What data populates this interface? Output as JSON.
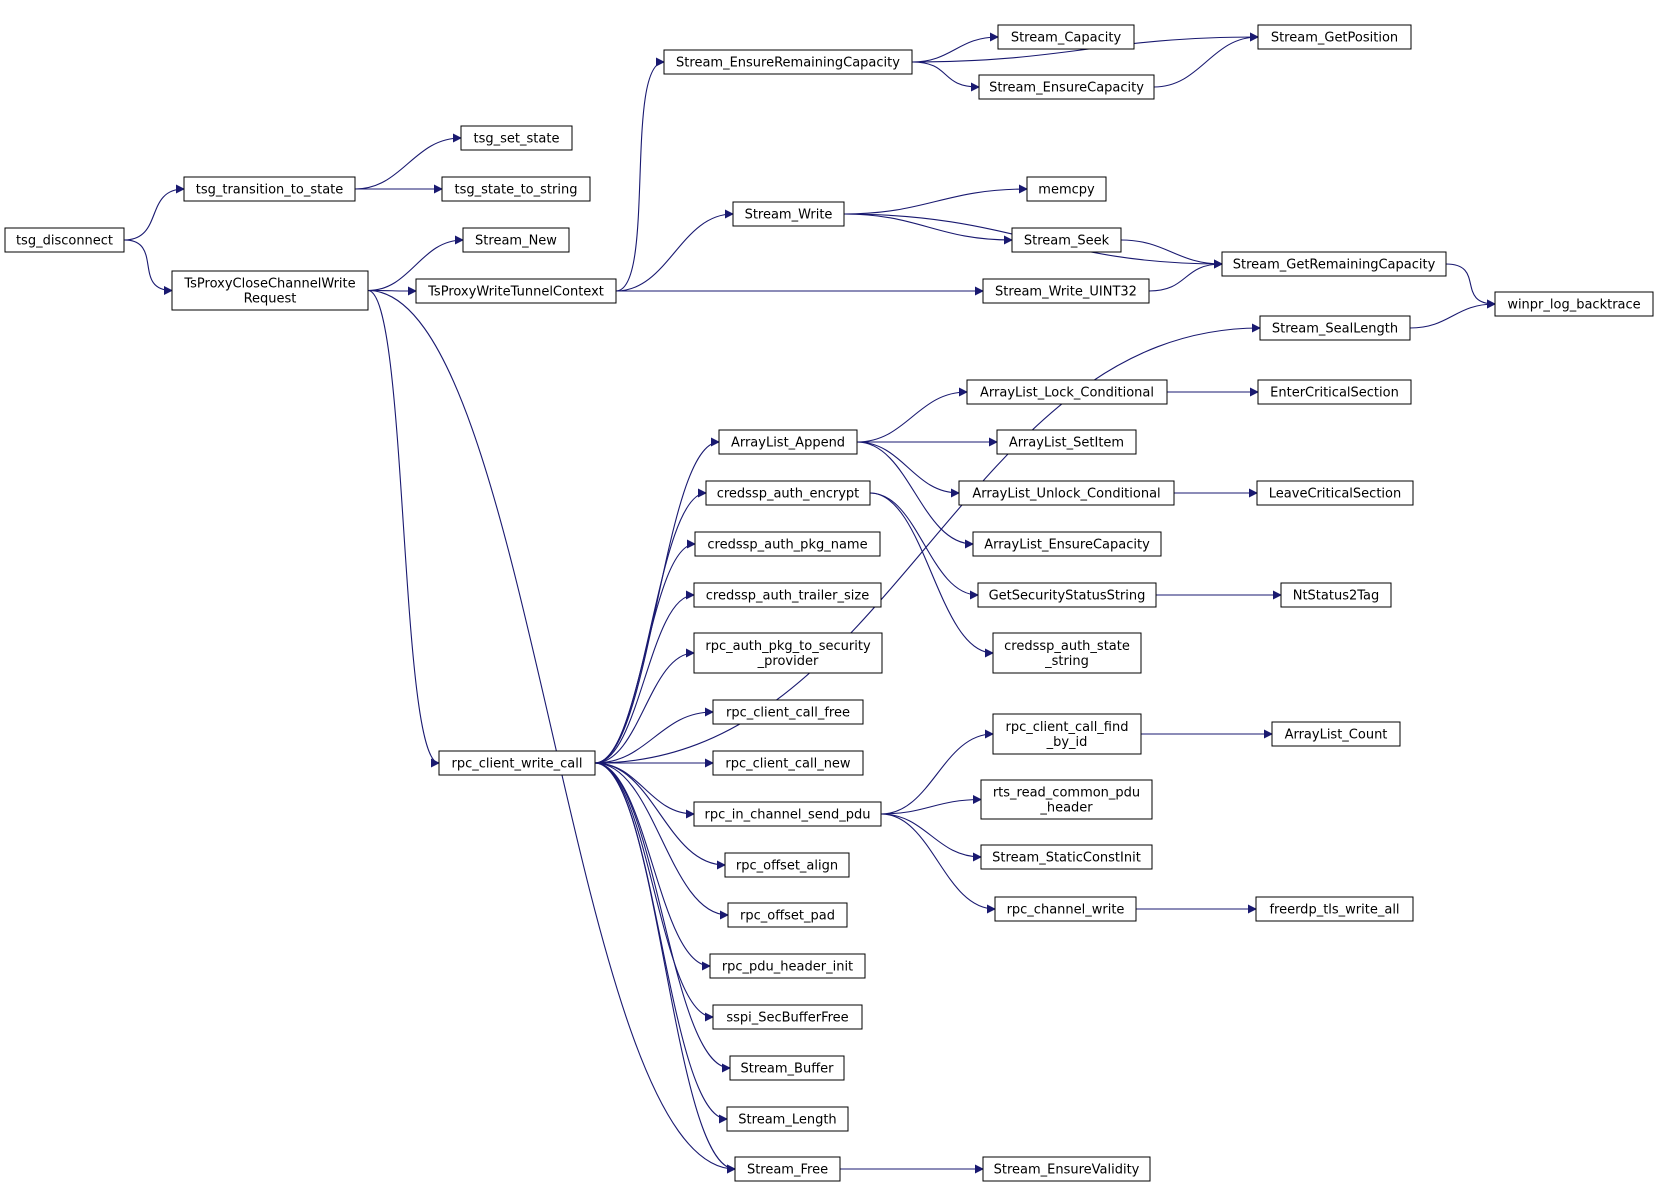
{
  "graph": {
    "root": "tsg_disconnect",
    "colors": {
      "edge": "#191970",
      "root_fill": "#bfbfbf",
      "normal_border": "#000000",
      "truncated_border": "#ff0000"
    },
    "nodes": [
      {
        "id": "tsg_disconnect",
        "lines": [
          "tsg_disconnect"
        ],
        "style": "root"
      },
      {
        "id": "tsg_transition_to_state",
        "lines": [
          "tsg_transition_to_state"
        ],
        "style": "normal"
      },
      {
        "id": "tsg_set_state",
        "lines": [
          "tsg_set_state"
        ],
        "style": "normal"
      },
      {
        "id": "tsg_state_to_string",
        "lines": [
          "tsg_state_to_string"
        ],
        "style": "normal"
      },
      {
        "id": "TsProxyCloseChannelWriteRequest",
        "lines": [
          "TsProxyCloseChannelWrite",
          "Request"
        ],
        "style": "normal"
      },
      {
        "id": "Stream_New",
        "lines": [
          "Stream_New"
        ],
        "style": "normal"
      },
      {
        "id": "TsProxyWriteTunnelContext",
        "lines": [
          "TsProxyWriteTunnelContext"
        ],
        "style": "normal"
      },
      {
        "id": "rpc_client_write_call",
        "lines": [
          "rpc_client_write_call"
        ],
        "style": "normal"
      },
      {
        "id": "Stream_EnsureRemainingCapacity",
        "lines": [
          "Stream_EnsureRemainingCapacity"
        ],
        "style": "normal"
      },
      {
        "id": "Stream_Capacity",
        "lines": [
          "Stream_Capacity"
        ],
        "style": "normal"
      },
      {
        "id": "Stream_EnsureCapacity",
        "lines": [
          "Stream_EnsureCapacity"
        ],
        "style": "truncated"
      },
      {
        "id": "Stream_GetPosition",
        "lines": [
          "Stream_GetPosition"
        ],
        "style": "normal"
      },
      {
        "id": "Stream_Write",
        "lines": [
          "Stream_Write"
        ],
        "style": "normal"
      },
      {
        "id": "memcpy",
        "lines": [
          "memcpy"
        ],
        "style": "normal"
      },
      {
        "id": "Stream_Seek",
        "lines": [
          "Stream_Seek"
        ],
        "style": "normal"
      },
      {
        "id": "Stream_GetRemainingCapacity",
        "lines": [
          "Stream_GetRemainingCapacity"
        ],
        "style": "normal"
      },
      {
        "id": "Stream_Write_UINT32",
        "lines": [
          "Stream_Write_UINT32"
        ],
        "style": "normal"
      },
      {
        "id": "winpr_log_backtrace",
        "lines": [
          "winpr_log_backtrace"
        ],
        "style": "truncated"
      },
      {
        "id": "Stream_SealLength",
        "lines": [
          "Stream_SealLength"
        ],
        "style": "normal"
      },
      {
        "id": "ArrayList_Append",
        "lines": [
          "ArrayList_Append"
        ],
        "style": "normal"
      },
      {
        "id": "ArrayList_Lock_Conditional",
        "lines": [
          "ArrayList_Lock_Conditional"
        ],
        "style": "normal"
      },
      {
        "id": "EnterCriticalSection",
        "lines": [
          "EnterCriticalSection"
        ],
        "style": "truncated"
      },
      {
        "id": "ArrayList_SetItem",
        "lines": [
          "ArrayList_SetItem"
        ],
        "style": "normal"
      },
      {
        "id": "ArrayList_Unlock_Conditional",
        "lines": [
          "ArrayList_Unlock_Conditional"
        ],
        "style": "normal"
      },
      {
        "id": "LeaveCriticalSection",
        "lines": [
          "LeaveCriticalSection"
        ],
        "style": "truncated"
      },
      {
        "id": "ArrayList_EnsureCapacity",
        "lines": [
          "ArrayList_EnsureCapacity"
        ],
        "style": "normal"
      },
      {
        "id": "credssp_auth_encrypt",
        "lines": [
          "credssp_auth_encrypt"
        ],
        "style": "normal"
      },
      {
        "id": "GetSecurityStatusString",
        "lines": [
          "GetSecurityStatusString"
        ],
        "style": "normal"
      },
      {
        "id": "NtStatus2Tag",
        "lines": [
          "NtStatus2Tag"
        ],
        "style": "truncated"
      },
      {
        "id": "credssp_auth_state_string",
        "lines": [
          "credssp_auth_state",
          "_string"
        ],
        "style": "normal"
      },
      {
        "id": "credssp_auth_pkg_name",
        "lines": [
          "credssp_auth_pkg_name"
        ],
        "style": "normal"
      },
      {
        "id": "credssp_auth_trailer_size",
        "lines": [
          "credssp_auth_trailer_size"
        ],
        "style": "normal"
      },
      {
        "id": "rpc_auth_pkg_to_security_provider",
        "lines": [
          "rpc_auth_pkg_to_security",
          "_provider"
        ],
        "style": "normal"
      },
      {
        "id": "rpc_client_call_free",
        "lines": [
          "rpc_client_call_free"
        ],
        "style": "normal"
      },
      {
        "id": "rpc_client_call_new",
        "lines": [
          "rpc_client_call_new"
        ],
        "style": "normal"
      },
      {
        "id": "rpc_in_channel_send_pdu",
        "lines": [
          "rpc_in_channel_send_pdu"
        ],
        "style": "normal"
      },
      {
        "id": "rpc_client_call_find_by_id",
        "lines": [
          "rpc_client_call_find",
          "_by_id"
        ],
        "style": "truncated"
      },
      {
        "id": "ArrayList_Count",
        "lines": [
          "ArrayList_Count"
        ],
        "style": "normal"
      },
      {
        "id": "rts_read_common_pdu_header",
        "lines": [
          "rts_read_common_pdu",
          "_header"
        ],
        "style": "truncated"
      },
      {
        "id": "Stream_StaticConstInit",
        "lines": [
          "Stream_StaticConstInit"
        ],
        "style": "truncated"
      },
      {
        "id": "rpc_channel_write",
        "lines": [
          "rpc_channel_write"
        ],
        "style": "normal"
      },
      {
        "id": "freerdp_tls_write_all",
        "lines": [
          "freerdp_tls_write_all"
        ],
        "style": "truncated"
      },
      {
        "id": "rpc_offset_align",
        "lines": [
          "rpc_offset_align"
        ],
        "style": "normal"
      },
      {
        "id": "rpc_offset_pad",
        "lines": [
          "rpc_offset_pad"
        ],
        "style": "normal"
      },
      {
        "id": "rpc_pdu_header_init",
        "lines": [
          "rpc_pdu_header_init"
        ],
        "style": "normal"
      },
      {
        "id": "sspi_SecBufferFree",
        "lines": [
          "sspi_SecBufferFree"
        ],
        "style": "normal"
      },
      {
        "id": "Stream_Buffer",
        "lines": [
          "Stream_Buffer"
        ],
        "style": "normal"
      },
      {
        "id": "Stream_Length",
        "lines": [
          "Stream_Length"
        ],
        "style": "normal"
      },
      {
        "id": "Stream_Free",
        "lines": [
          "Stream_Free"
        ],
        "style": "normal"
      },
      {
        "id": "Stream_EnsureValidity",
        "lines": [
          "Stream_EnsureValidity"
        ],
        "style": "normal"
      }
    ],
    "edges": [
      [
        "tsg_disconnect",
        "tsg_transition_to_state"
      ],
      [
        "tsg_disconnect",
        "TsProxyCloseChannelWriteRequest"
      ],
      [
        "tsg_transition_to_state",
        "tsg_set_state"
      ],
      [
        "tsg_transition_to_state",
        "tsg_state_to_string"
      ],
      [
        "TsProxyCloseChannelWriteRequest",
        "Stream_New"
      ],
      [
        "TsProxyCloseChannelWriteRequest",
        "TsProxyWriteTunnelContext"
      ],
      [
        "TsProxyCloseChannelWriteRequest",
        "rpc_client_write_call"
      ],
      [
        "TsProxyCloseChannelWriteRequest",
        "Stream_Free"
      ],
      [
        "TsProxyWriteTunnelContext",
        "Stream_EnsureRemainingCapacity"
      ],
      [
        "TsProxyWriteTunnelContext",
        "Stream_Write"
      ],
      [
        "TsProxyWriteTunnelContext",
        "Stream_Write_UINT32"
      ],
      [
        "Stream_EnsureRemainingCapacity",
        "Stream_Capacity"
      ],
      [
        "Stream_EnsureRemainingCapacity",
        "Stream_EnsureCapacity"
      ],
      [
        "Stream_EnsureRemainingCapacity",
        "Stream_GetPosition"
      ],
      [
        "Stream_EnsureCapacity",
        "Stream_GetPosition"
      ],
      [
        "Stream_Write",
        "memcpy"
      ],
      [
        "Stream_Write",
        "Stream_Seek"
      ],
      [
        "Stream_Write",
        "Stream_GetRemainingCapacity"
      ],
      [
        "Stream_Seek",
        "Stream_GetRemainingCapacity"
      ],
      [
        "Stream_Write_UINT32",
        "Stream_GetRemainingCapacity"
      ],
      [
        "Stream_GetRemainingCapacity",
        "winpr_log_backtrace"
      ],
      [
        "Stream_SealLength",
        "winpr_log_backtrace"
      ],
      [
        "rpc_client_write_call",
        "Stream_SealLength"
      ],
      [
        "rpc_client_write_call",
        "ArrayList_Append"
      ],
      [
        "rpc_client_write_call",
        "credssp_auth_encrypt"
      ],
      [
        "rpc_client_write_call",
        "credssp_auth_pkg_name"
      ],
      [
        "rpc_client_write_call",
        "credssp_auth_trailer_size"
      ],
      [
        "rpc_client_write_call",
        "rpc_auth_pkg_to_security_provider"
      ],
      [
        "rpc_client_write_call",
        "rpc_client_call_free"
      ],
      [
        "rpc_client_write_call",
        "rpc_client_call_new"
      ],
      [
        "rpc_client_write_call",
        "rpc_in_channel_send_pdu"
      ],
      [
        "rpc_client_write_call",
        "rpc_offset_align"
      ],
      [
        "rpc_client_write_call",
        "rpc_offset_pad"
      ],
      [
        "rpc_client_write_call",
        "rpc_pdu_header_init"
      ],
      [
        "rpc_client_write_call",
        "sspi_SecBufferFree"
      ],
      [
        "rpc_client_write_call",
        "Stream_Buffer"
      ],
      [
        "rpc_client_write_call",
        "Stream_Length"
      ],
      [
        "rpc_client_write_call",
        "Stream_Free"
      ],
      [
        "ArrayList_Append",
        "ArrayList_Lock_Conditional"
      ],
      [
        "ArrayList_Append",
        "ArrayList_SetItem"
      ],
      [
        "ArrayList_Append",
        "ArrayList_Unlock_Conditional"
      ],
      [
        "ArrayList_Append",
        "ArrayList_EnsureCapacity"
      ],
      [
        "ArrayList_Lock_Conditional",
        "EnterCriticalSection"
      ],
      [
        "ArrayList_Unlock_Conditional",
        "LeaveCriticalSection"
      ],
      [
        "credssp_auth_encrypt",
        "GetSecurityStatusString"
      ],
      [
        "credssp_auth_encrypt",
        "credssp_auth_state_string"
      ],
      [
        "GetSecurityStatusString",
        "NtStatus2Tag"
      ],
      [
        "rpc_in_channel_send_pdu",
        "rpc_client_call_find_by_id"
      ],
      [
        "rpc_in_channel_send_pdu",
        "rts_read_common_pdu_header"
      ],
      [
        "rpc_in_channel_send_pdu",
        "Stream_StaticConstInit"
      ],
      [
        "rpc_in_channel_send_pdu",
        "rpc_channel_write"
      ],
      [
        "rpc_client_call_find_by_id",
        "ArrayList_Count"
      ],
      [
        "rpc_channel_write",
        "freerdp_tls_write_all"
      ],
      [
        "Stream_Free",
        "Stream_EnsureValidity"
      ]
    ]
  }
}
